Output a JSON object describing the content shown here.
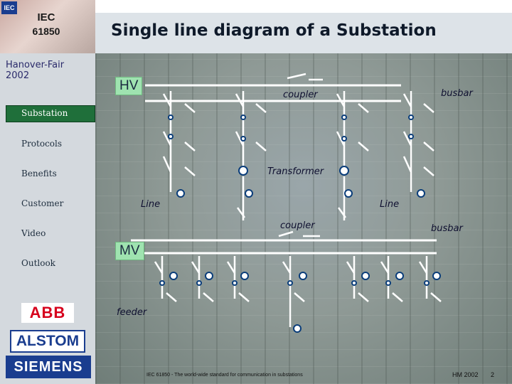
{
  "sidebar": {
    "logo_text": "IEC",
    "title": "IEC",
    "standard": "61850",
    "event_line1": "Hanover-Fair",
    "event_line2": "2002",
    "nav": [
      {
        "label": "Substation",
        "active": true
      },
      {
        "label": "Protocols",
        "active": false
      },
      {
        "label": "Benefits",
        "active": false
      },
      {
        "label": "Customer",
        "active": false
      },
      {
        "label": "Video",
        "active": false
      },
      {
        "label": "Outlook",
        "active": false
      }
    ],
    "partners": [
      "ABB",
      "ALSTOM",
      "SIEMENS"
    ]
  },
  "slide": {
    "title": "Single line diagram of a Substation",
    "hv_label": "HV",
    "mv_label": "MV",
    "hv_coupler": "coupler",
    "hv_busbar": "busbar",
    "transformer": "Transformer",
    "line_left": "Line",
    "line_right": "Line",
    "mv_coupler": "coupler",
    "mv_busbar": "busbar",
    "feeder": "feeder"
  },
  "footer": {
    "text": "IEC 61850 - The world-wide standard for communication in substations",
    "date": "HM 2002",
    "page": "2"
  },
  "colors": {
    "diagram_lines": "#ffffff",
    "breaker_accent": "#0a3d7a",
    "active_nav": "#1f6f3a",
    "label_box": "#9fe3b0",
    "siemens_blue": "#1a3d8f",
    "abb_red": "#d6001c"
  }
}
